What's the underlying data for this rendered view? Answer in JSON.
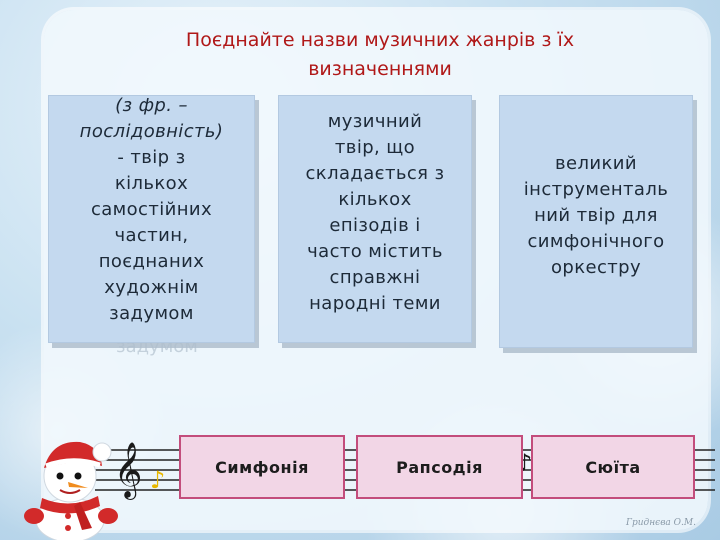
{
  "title": {
    "line1": "Поєднайте назви музичних жанрів з їх",
    "line2": "визначеннями"
  },
  "definitions": [
    {
      "lines_italic": [
        "(з фр. –",
        "послідовність)"
      ],
      "lines": [
        "-  твір з",
        "кількох",
        "самостійних",
        "частин,",
        "поєднаних",
        "художнім",
        "задумом"
      ]
    },
    {
      "lines": [
        "музичний",
        "твір,  що",
        "складається  з",
        "кількох",
        "епізодів і",
        "часто містить",
        "справжні",
        "народні теми"
      ]
    },
    {
      "lines": [
        "великий",
        "інструменталь",
        "ний твір для",
        "симфонічного",
        "оркестру"
      ]
    }
  ],
  "ghost_text": "задумом",
  "answers": [
    "Симфонія",
    "Рапсодія",
    "Сюїта"
  ],
  "signature": "Гриднєва О.М.",
  "colors": {
    "title": "#b01818",
    "card_bg": "#c4d9ef",
    "answer_bg": "#f2d6e6",
    "answer_border": "#c34d7c"
  }
}
